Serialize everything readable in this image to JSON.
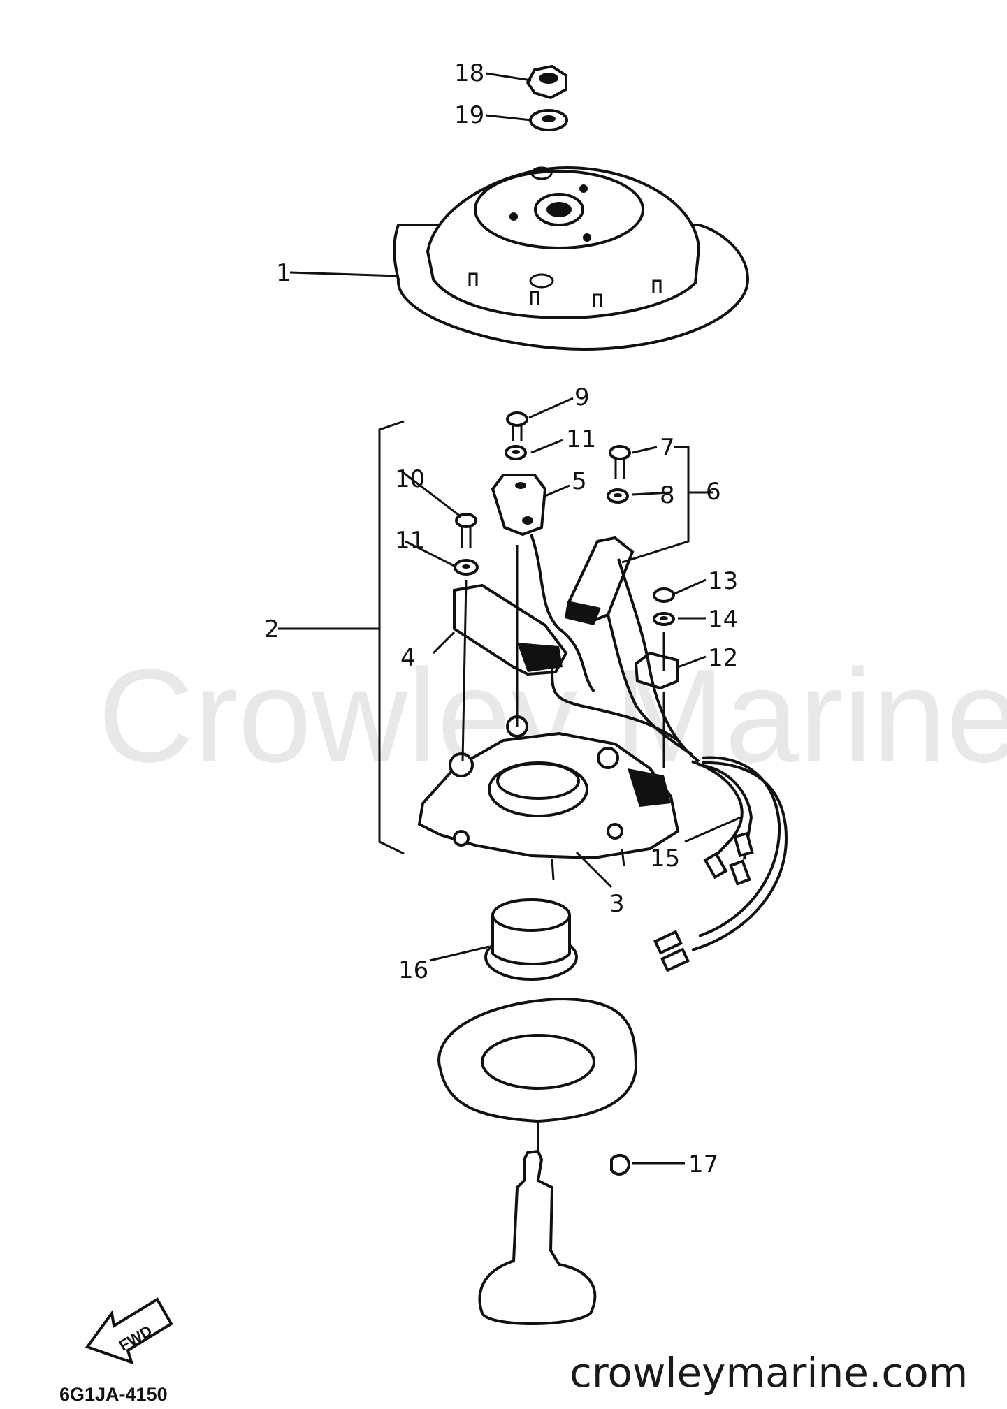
{
  "watermark": "Crowley Marine",
  "website": "crowleymarine.com",
  "diagram_ref": "6G1JA-4150",
  "fwd_label": "FWD",
  "callouts": {
    "c1": "1",
    "c2": "2",
    "c3": "3",
    "c4": "4",
    "c5": "5",
    "c6": "6",
    "c7": "7",
    "c8": "8",
    "c9": "9",
    "c10": "10",
    "c11a": "11",
    "c11b": "11",
    "c12": "12",
    "c13": "13",
    "c14": "14",
    "c15": "15",
    "c16": "16",
    "c17": "17",
    "c18": "18",
    "c19": "19"
  }
}
